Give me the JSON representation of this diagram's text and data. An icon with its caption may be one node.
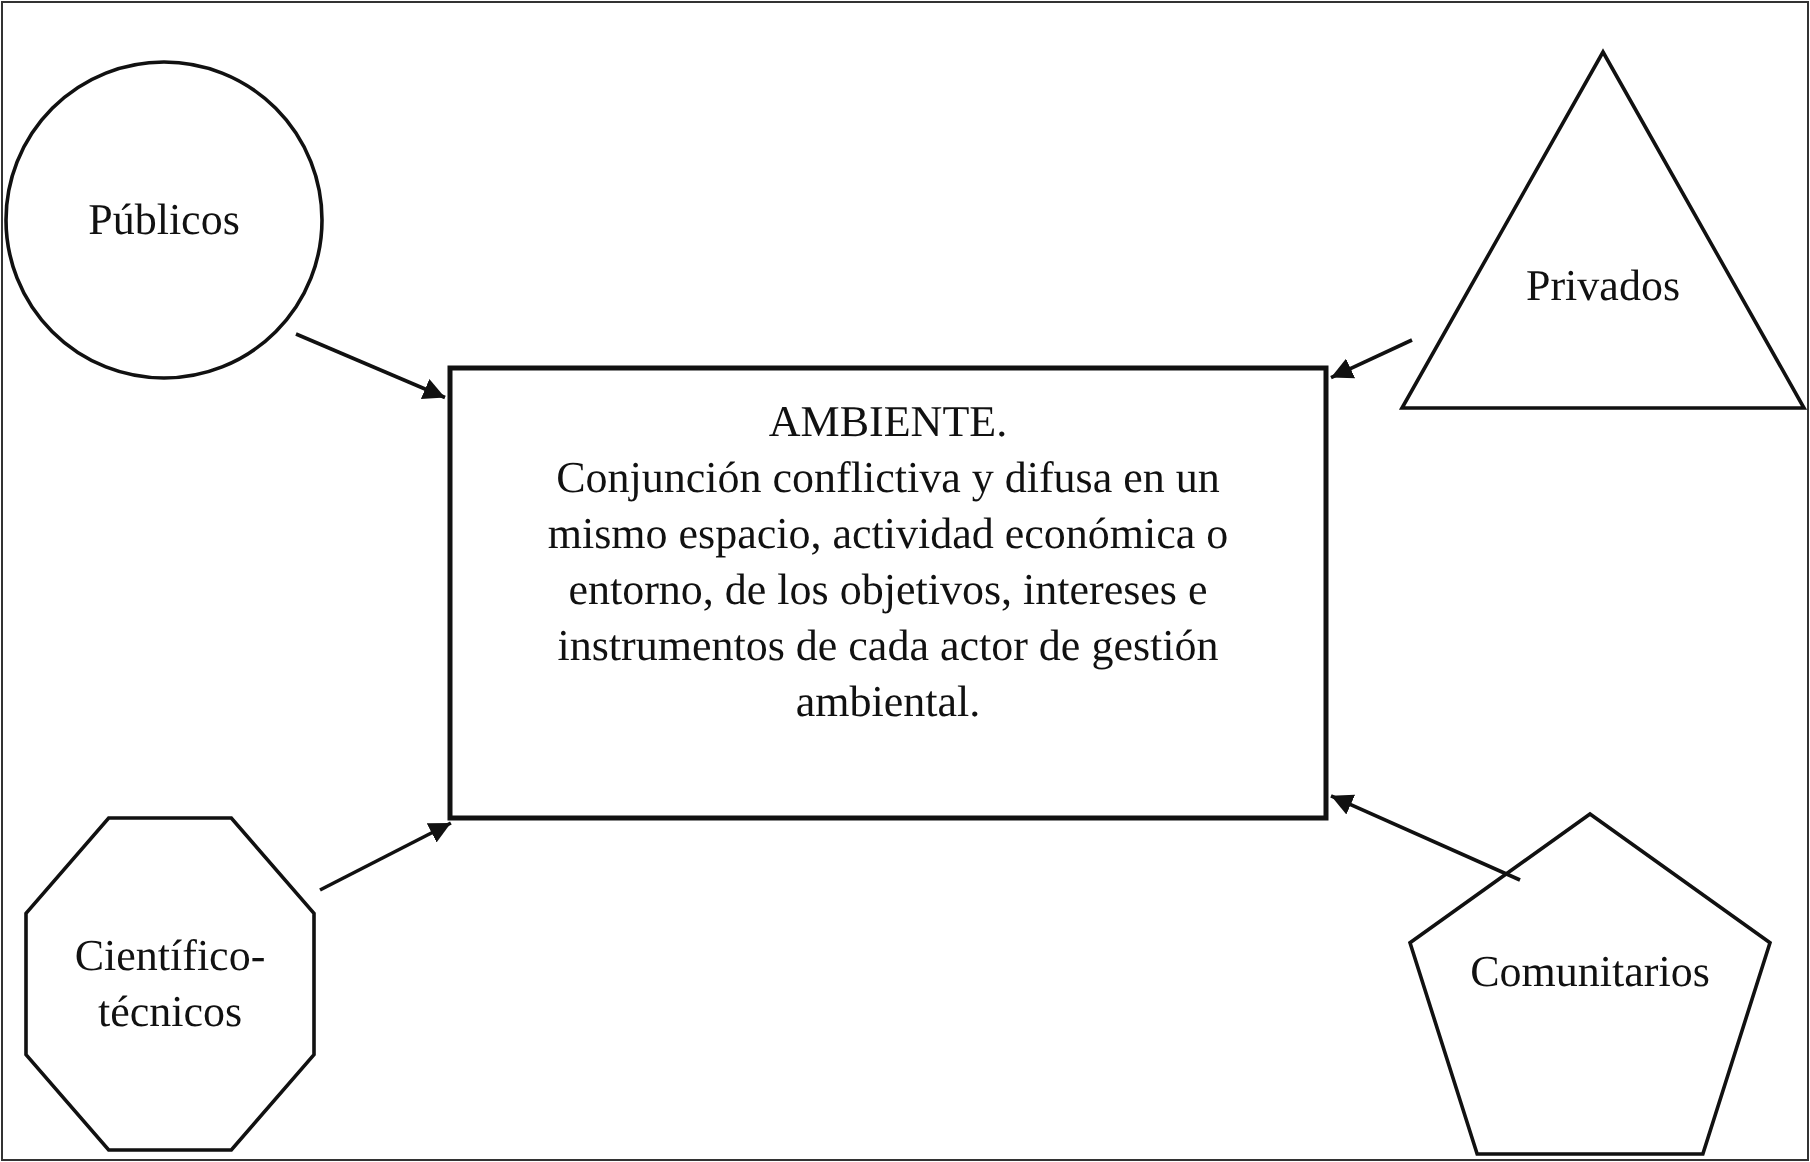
{
  "diagram": {
    "nodes": [
      {
        "text": [
          "AMBIENTE.",
          "Conjunción conflictiva y difusa en un mismo espacio, actividad económica o entorno, de los objetivos, intereses e instrumentos de cada actor de gestión ambiental."
        ]
      },
      {
        "text": [
          "Públicos"
        ]
      },
      {
        "text": [
          "Privados"
        ]
      },
      {
        "text": [
          "Científico-técnicos"
        ]
      },
      {
        "text": [
          "Comunitarios"
        ]
      }
    ],
    "edges": [
      {
        "from": 1,
        "to": 0,
        "arrow": "to"
      },
      {
        "from": 2,
        "to": 0,
        "arrow": "to"
      },
      {
        "from": 3,
        "to": 0,
        "arrow": "to"
      },
      {
        "from": 4,
        "to": 0,
        "arrow": "to"
      }
    ]
  }
}
